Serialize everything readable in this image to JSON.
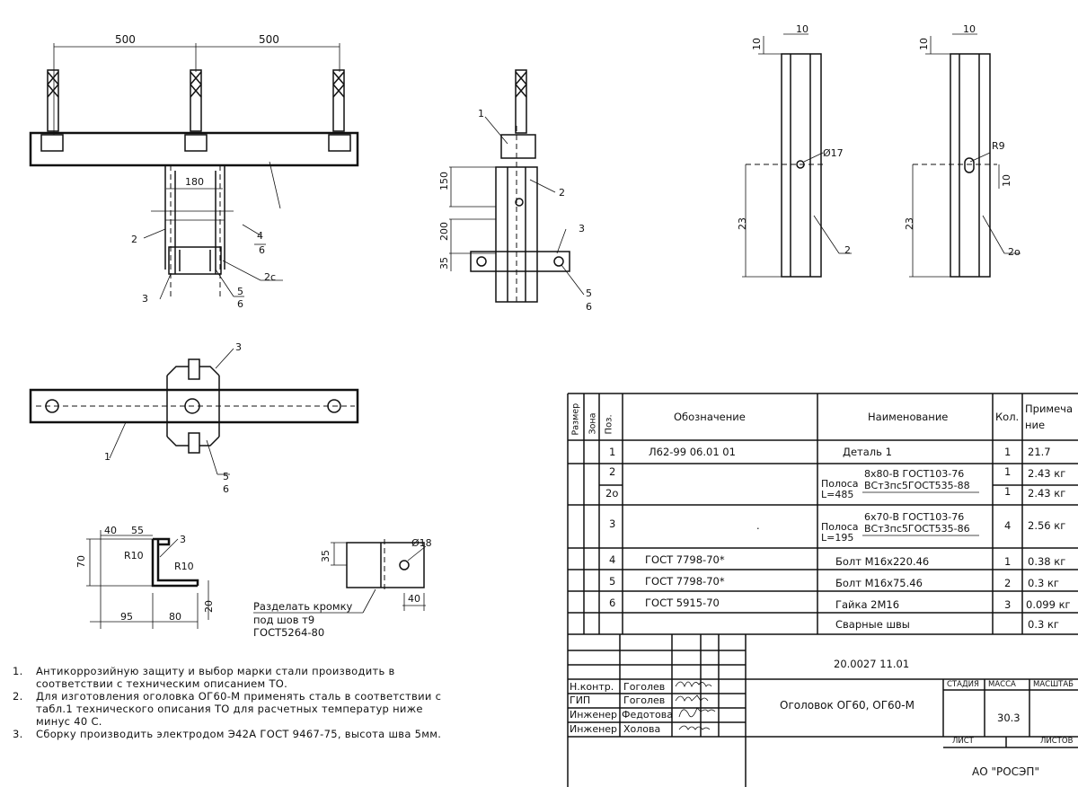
{
  "drawing": {
    "top_dims": [
      "500",
      "500"
    ],
    "dim_180": "180",
    "front_callouts": [
      "2",
      "3",
      "4",
      "6",
      "2c",
      "5",
      "6"
    ],
    "side_dims": [
      "150",
      "200",
      "35"
    ],
    "side_callouts": [
      "1",
      "2",
      "3",
      "5",
      "6"
    ],
    "plan_callouts": [
      "1",
      "3",
      "5",
      "6"
    ],
    "zprofile": {
      "d40": "40",
      "d55": "55",
      "d70": "70",
      "d95": "95",
      "d80": "80",
      "d20": "20",
      "r1": "R10",
      "r2": "R10",
      "pos": "3"
    },
    "plate": {
      "d35": "35",
      "d40": "40",
      "hole": "Ø18"
    },
    "cut_note": [
      "Разделать кромку",
      "под шов т9",
      "ГОСТ5264-80"
    ],
    "detail2": {
      "d10a": "10",
      "d10b": "10",
      "hole": "Ø17",
      "d23": "23",
      "pos": "2"
    },
    "detail2o": {
      "d10a": "10",
      "d10b": "10",
      "r": "R9",
      "d10c": "10",
      "d23": "23",
      "pos": "2о"
    }
  },
  "notes": [
    {
      "num": "1.",
      "text": "Антикоррозийную защиту и выбор марки стали производить в соответствии с техническим описанием ТО."
    },
    {
      "num": "2.",
      "text": "Для изготовления оголовка ОГ60-М применять сталь в соответствии с табл.1 технического описания ТО для расчетных температур ниже минус 40 С."
    },
    {
      "num": "3.",
      "text": "Сборку производить электродом Э42А ГОСТ 9467-75, высота шва 5мм."
    }
  ],
  "spec": {
    "headers": {
      "razmer": "Размер",
      "zona": "Зона",
      "poz": "Поз.",
      "oboz": "Обозначение",
      "naim": "Наименование",
      "kol": "Кол.",
      "prim": "Примечание"
    },
    "rows": [
      {
        "poz": "1",
        "oboz": "Л62-99 06.01 01",
        "naim": "Деталь 1",
        "kol": "1",
        "prim": "21.7"
      },
      {
        "poz": "2",
        "oboz": "",
        "naim": "",
        "kol": "1",
        "prim": "2.43 кг"
      },
      {
        "poz": "2о",
        "oboz": "",
        "naim": "",
        "kol": "1",
        "prim": "2.43 кг"
      },
      {
        "poz": "3",
        "oboz": "",
        "naim": "",
        "kol": "4",
        "prim": "2.56 кг"
      },
      {
        "poz": "4",
        "oboz": "ГОСТ 7798-70*",
        "naim": "Болт М16х220.46",
        "kol": "1",
        "prim": "0.38 кг"
      },
      {
        "poz": "5",
        "oboz": "ГОСТ 7798-70*",
        "naim": "Болт М16х75.46",
        "kol": "2",
        "prim": "0.3 кг"
      },
      {
        "poz": "6",
        "oboz": "ГОСТ 5915-70",
        "naim": "Гайка 2М16",
        "kol": "3",
        "prim": "0.099 кг"
      },
      {
        "poz": "",
        "oboz": "",
        "naim": "Сварные швы",
        "kol": "",
        "prim": "0.3 кг"
      }
    ],
    "polosa1": {
      "label": "Полоса",
      "len": "L=485",
      "line1": "8х80-В ГОСТ103-76",
      "line2": "ВСт3пс5ГОСТ535-88"
    },
    "polosa2": {
      "label": "Полоса",
      "len": "L=195",
      "line1": "6х70-В ГОСТ103-76",
      "line2": "ВСт3пс5ГОСТ535-86"
    },
    "dot": "."
  },
  "titleblock": {
    "doc_number": "20.0027    11.01",
    "title": "Оголовок ОГ60, ОГ60-М",
    "stadia": "СТАДИЯ",
    "massa": "МАССА",
    "masshtab": "МАСШТАБ",
    "mass_value": "30.3",
    "list": "ЛИСТ",
    "listov": "ЛИСТОВ",
    "org": "АО \"РОСЭП\"",
    "people": [
      {
        "role": "Н.контр.",
        "name": "Гоголев"
      },
      {
        "role": "ГИП",
        "name": "Гоголев"
      },
      {
        "role": "Инженер",
        "name": "Федотова"
      },
      {
        "role": "Инженер",
        "name": "Холова"
      }
    ]
  }
}
